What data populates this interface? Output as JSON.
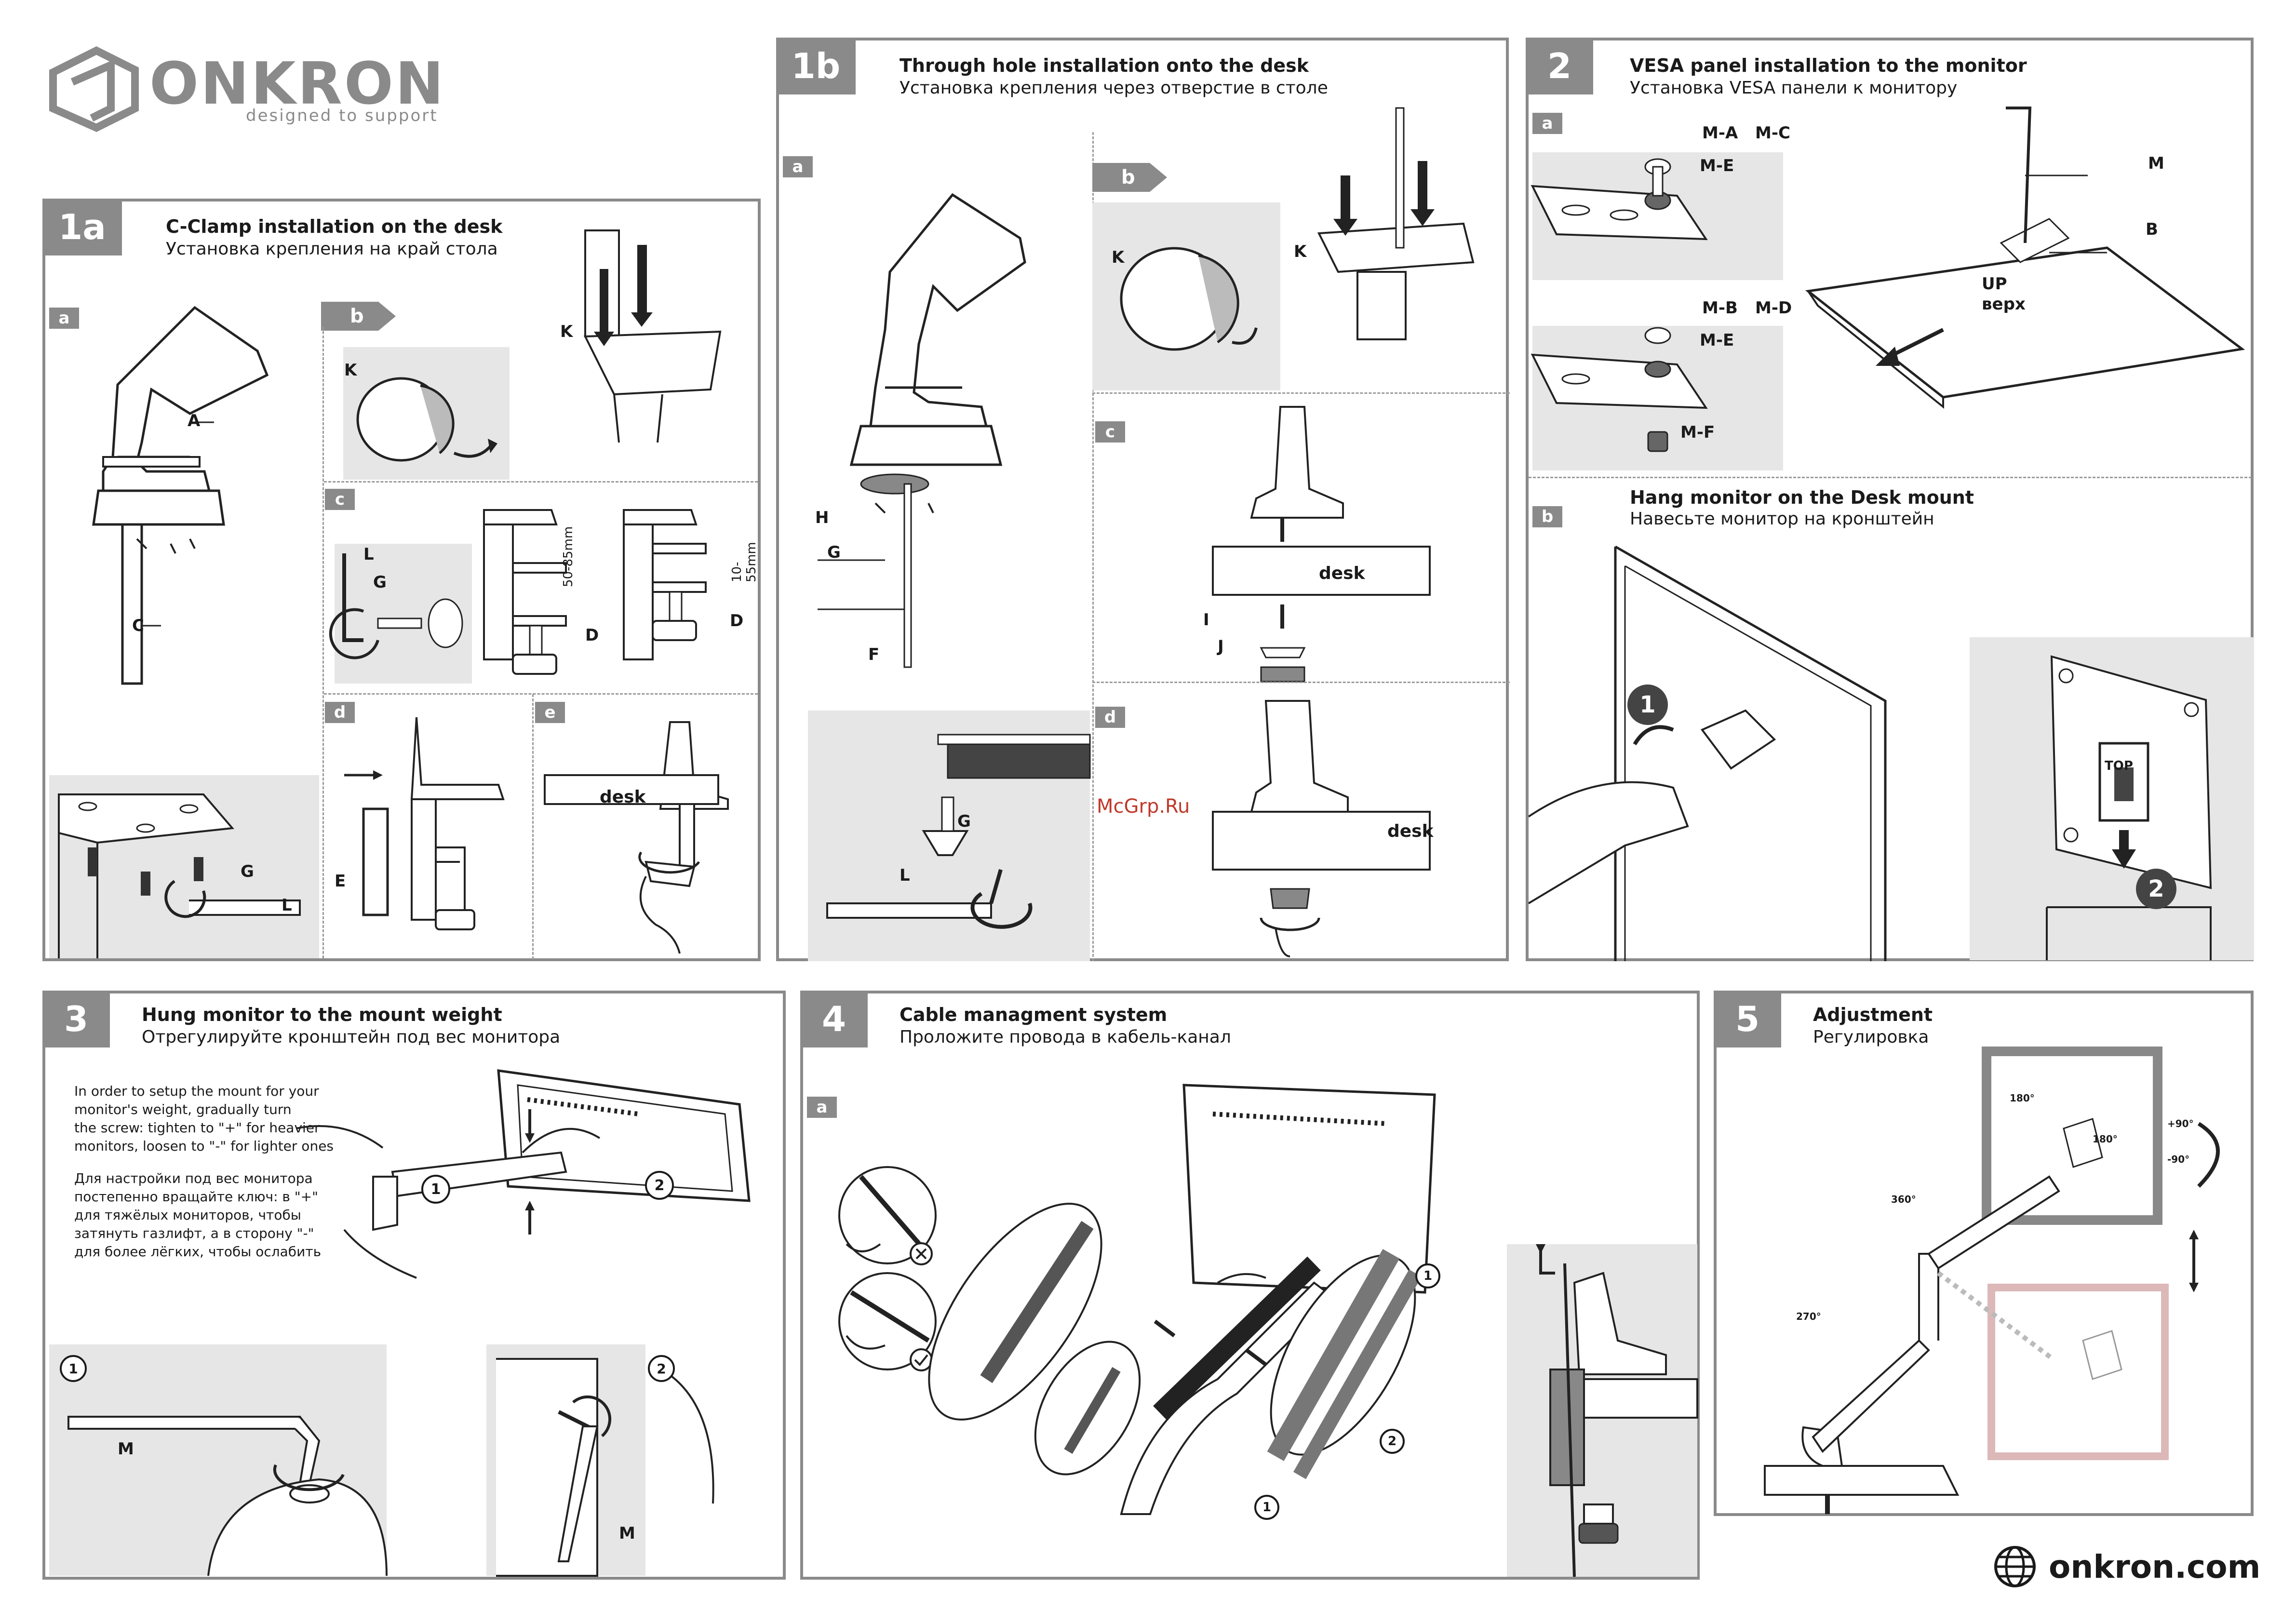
{
  "brand": {
    "name": "ONKRON",
    "tagline": "designed to support",
    "website": "onkron.com",
    "watermark": "McGrp.Ru"
  },
  "s1a": {
    "num": "1a",
    "title_en": "C-Clamp installation on the desk",
    "title_ru": "Установка крепления на край стола",
    "sub_a": "a",
    "sub_b": "b",
    "sub_c": "c",
    "sub_d": "d",
    "sub_e": "e",
    "parts": {
      "A": "A",
      "C": "C",
      "G": "G",
      "L": "L",
      "K": "K",
      "D": "D",
      "E": "E"
    },
    "dim1": "50-85mm",
    "dim2": "10-55mm",
    "desk": "desk"
  },
  "s1b": {
    "num": "1b",
    "title_en": "Through hole installation onto the desk",
    "title_ru": "Установка крепления через отверстие в столе",
    "sub_a": "a",
    "sub_b": "b",
    "sub_c": "c",
    "sub_d": "d",
    "parts": {
      "H": "H",
      "G": "G",
      "F": "F",
      "L": "L",
      "K": "K",
      "I": "I",
      "J": "J"
    },
    "desk": "desk"
  },
  "s2": {
    "num": "2",
    "title_en": "VESA panel installation to the monitor",
    "title_ru": "Установка VESA панели к монитору",
    "sub_a": "a",
    "sub_b": "b",
    "parts": {
      "MA": "M-A",
      "MC": "M-C",
      "ME": "M-E",
      "MB": "M-B",
      "MD": "M-D",
      "MF": "M-F",
      "M": "M",
      "B": "B"
    },
    "up_en": "UP",
    "up_ru": "верх",
    "hang_en": "Hang monitor on the Desk mount",
    "hang_ru": "Навесьте монитор на кронштейн",
    "top": "TOP",
    "step1": "1",
    "step2": "2"
  },
  "s3": {
    "num": "3",
    "title_en": "Hung monitor to the mount weight",
    "title_ru": "Отрегулируйте кронштейн под вес монитора",
    "text_en": "In order to setup the mount for your\nmonitor's weight, gradually turn\nthe screw: tighten to \"+\" for heavier\nmonitors, loosen to \"-\" for lighter ones",
    "text_ru": "Для настройки под вес монитора\nпостепенно вращайте ключ: в \"+\"\nдля тяжёлых мониторов, чтобы\nзатянуть газлифт, а в сторону \"-\"\nдля более лёгких, чтобы ослабить",
    "m": "M",
    "step1": "1",
    "step2": "2"
  },
  "s4": {
    "num": "4",
    "title_en": "Cable managment system",
    "title_ru": "Проложите провода в кабель-канал",
    "sub_a": "a",
    "step1": "1",
    "step2": "2"
  },
  "s5": {
    "num": "5",
    "title_en": "Adjustment",
    "title_ru": "Регулировка",
    "deg180a": "180°",
    "deg180b": "180°",
    "degp90": "+90°",
    "degm90": "-90°",
    "deg360": "360°",
    "deg270": "270°"
  }
}
